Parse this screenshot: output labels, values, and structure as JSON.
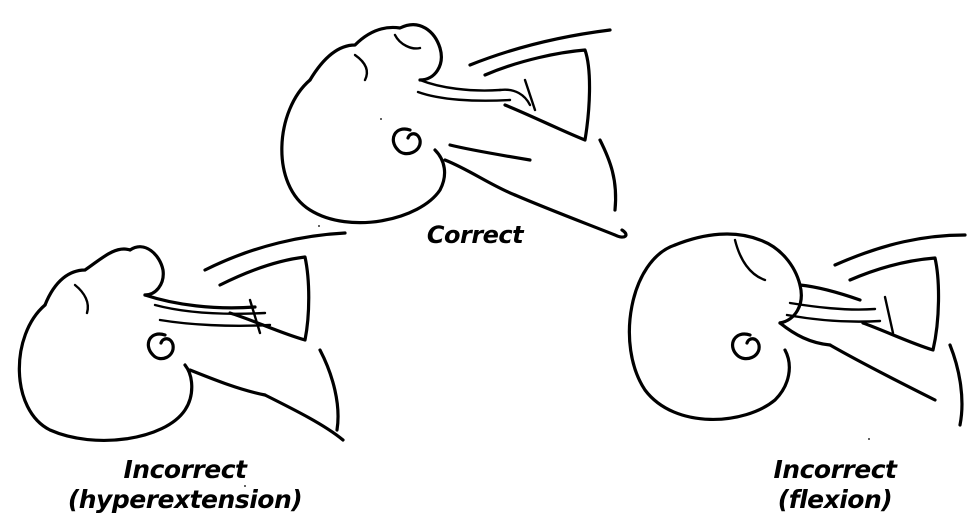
{
  "labels": {
    "correct": "Correct",
    "hyperextension": {
      "title": "Incorrect",
      "detail": "(hyperextension)"
    },
    "flexion": {
      "title": "Incorrect",
      "detail": "(flexion)"
    }
  },
  "colors": {
    "ink": "#000000",
    "background": "#ffffff"
  }
}
